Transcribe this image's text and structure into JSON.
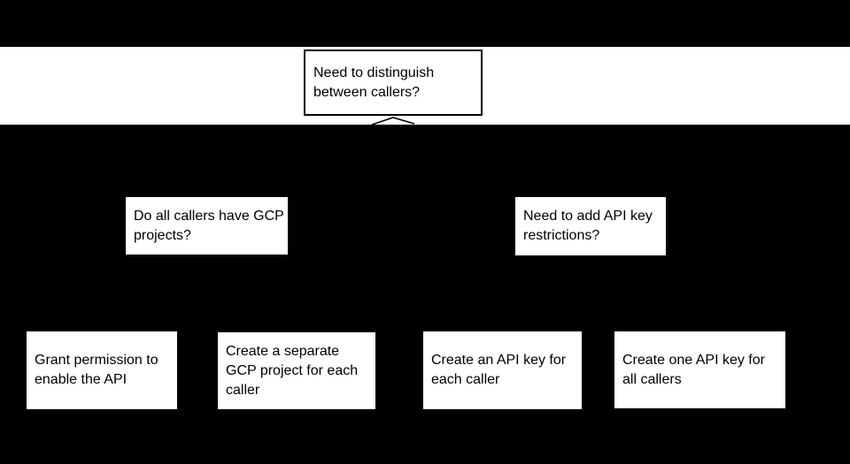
{
  "colors": {
    "canvas_background": "#000000",
    "band_background": "#ffffff",
    "node_background": "#ffffff",
    "node_text": "#000000",
    "node_border": "#000000"
  },
  "flowchart": {
    "root": {
      "label": "Need to distinguish between callers?"
    },
    "level2": [
      {
        "label": "Do all callers have GCP projects?"
      },
      {
        "label": "Need to add API key restrictions?"
      }
    ],
    "leaves": [
      {
        "label": "Grant permission to enable the API"
      },
      {
        "label": "Create a separate GCP project for each caller"
      },
      {
        "label": "Create an API key for each caller"
      },
      {
        "label": "Create one API key for all callers"
      }
    ]
  }
}
